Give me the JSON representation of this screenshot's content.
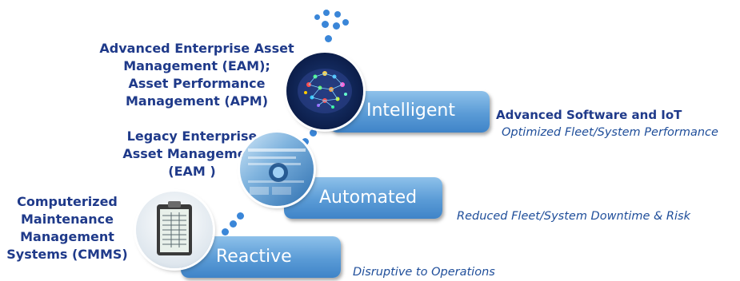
{
  "tiers": [
    {
      "id": "intelligent",
      "heading_lines": [
        "Advanced Enterprise Asset",
        "Management (EAM);",
        "Asset Performance",
        "Management (APM)"
      ],
      "bar_label": "Intelligent",
      "outcome_bold": "Advanced Software and IoT",
      "outcome": "Optimized Fleet/System Performance",
      "icon": "brain-network-icon"
    },
    {
      "id": "automated",
      "heading_lines": [
        "Legacy Enterprise",
        "Asset Management",
        "(EAM )"
      ],
      "bar_label": "Automated",
      "outcome": "Reduced Fleet/System Downtime & Risk",
      "icon": "digital-screen-icon"
    },
    {
      "id": "reactive",
      "heading_lines": [
        "Computerized",
        "Maintenance",
        "Management",
        "Systems (CMMS)"
      ],
      "bar_label": "Reactive",
      "outcome": "Disruptive to Operations",
      "icon": "clipboard-icon"
    }
  ],
  "colors": {
    "heading": "#1f3a8a",
    "bar": "#5a9bd6",
    "dots": "#3a86d8",
    "outcome": "#1f4e9a"
  }
}
